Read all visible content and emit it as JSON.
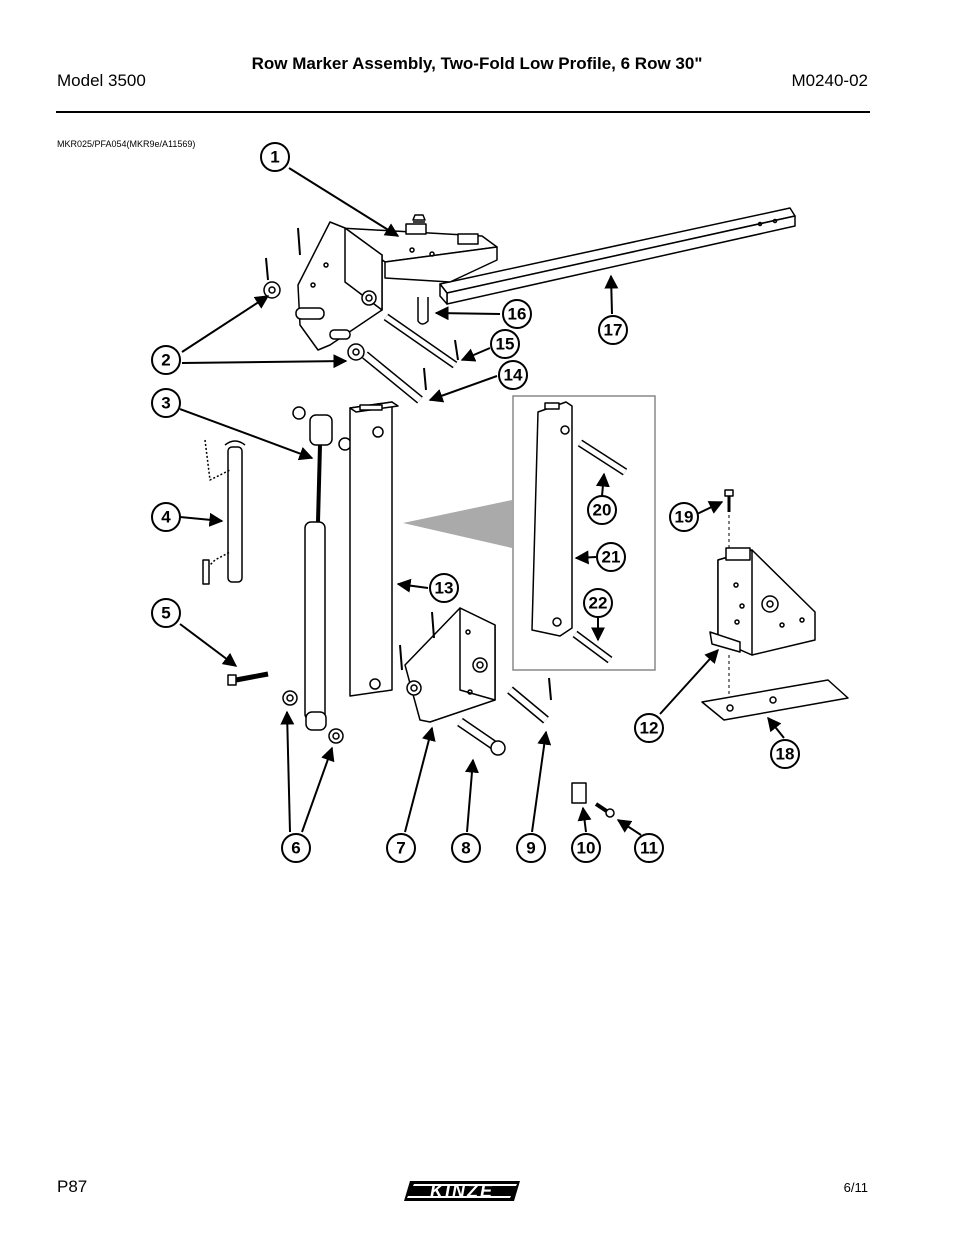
{
  "header": {
    "title": "Row Marker Assembly, Two-Fold Low Profile, 6 Row 30\"",
    "model": "Model 3500",
    "manual_code": "M0240-02"
  },
  "figure": {
    "reference": "MKR025/PFA054(MKR9e/A11569)",
    "callouts": [
      "1",
      "2",
      "3",
      "4",
      "5",
      "6",
      "7",
      "8",
      "9",
      "10",
      "11",
      "12",
      "13",
      "14",
      "15",
      "16",
      "17",
      "18",
      "19",
      "20",
      "21",
      "22"
    ]
  },
  "footer": {
    "page": "P87",
    "logo": "KINZE",
    "date": "6/11"
  }
}
